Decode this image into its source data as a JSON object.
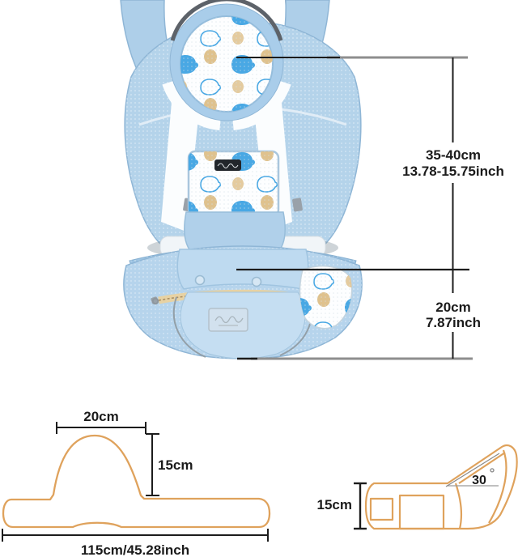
{
  "page": {
    "background": "#ffffff"
  },
  "colors": {
    "outline_orange": "#dfa25c",
    "dim_line_black": "#1c1c1c",
    "dim_line_gray": "#8e8e8e",
    "carrier_blue": "#b4d3ea",
    "carrier_blue_dark": "#9dc4e3",
    "pattern_blue": "#49a8e4",
    "pattern_tan": "#dfc28e",
    "strap_gray": "#9aa2ab"
  },
  "annotations": {
    "back_panel_height": {
      "cm": "35-40cm",
      "inch": "13.78-15.75inch"
    },
    "hip_seat_height": {
      "cm": "20cm",
      "inch": "7.87inch"
    }
  },
  "waist_belt_diagram": {
    "hump_width_label": "20cm",
    "hump_height_label": "15cm",
    "total_length_label": "115cm/45.28inch"
  },
  "hip_seat_diagram": {
    "height_label": "15cm",
    "angle_value": "30",
    "angle_unit": "°"
  }
}
